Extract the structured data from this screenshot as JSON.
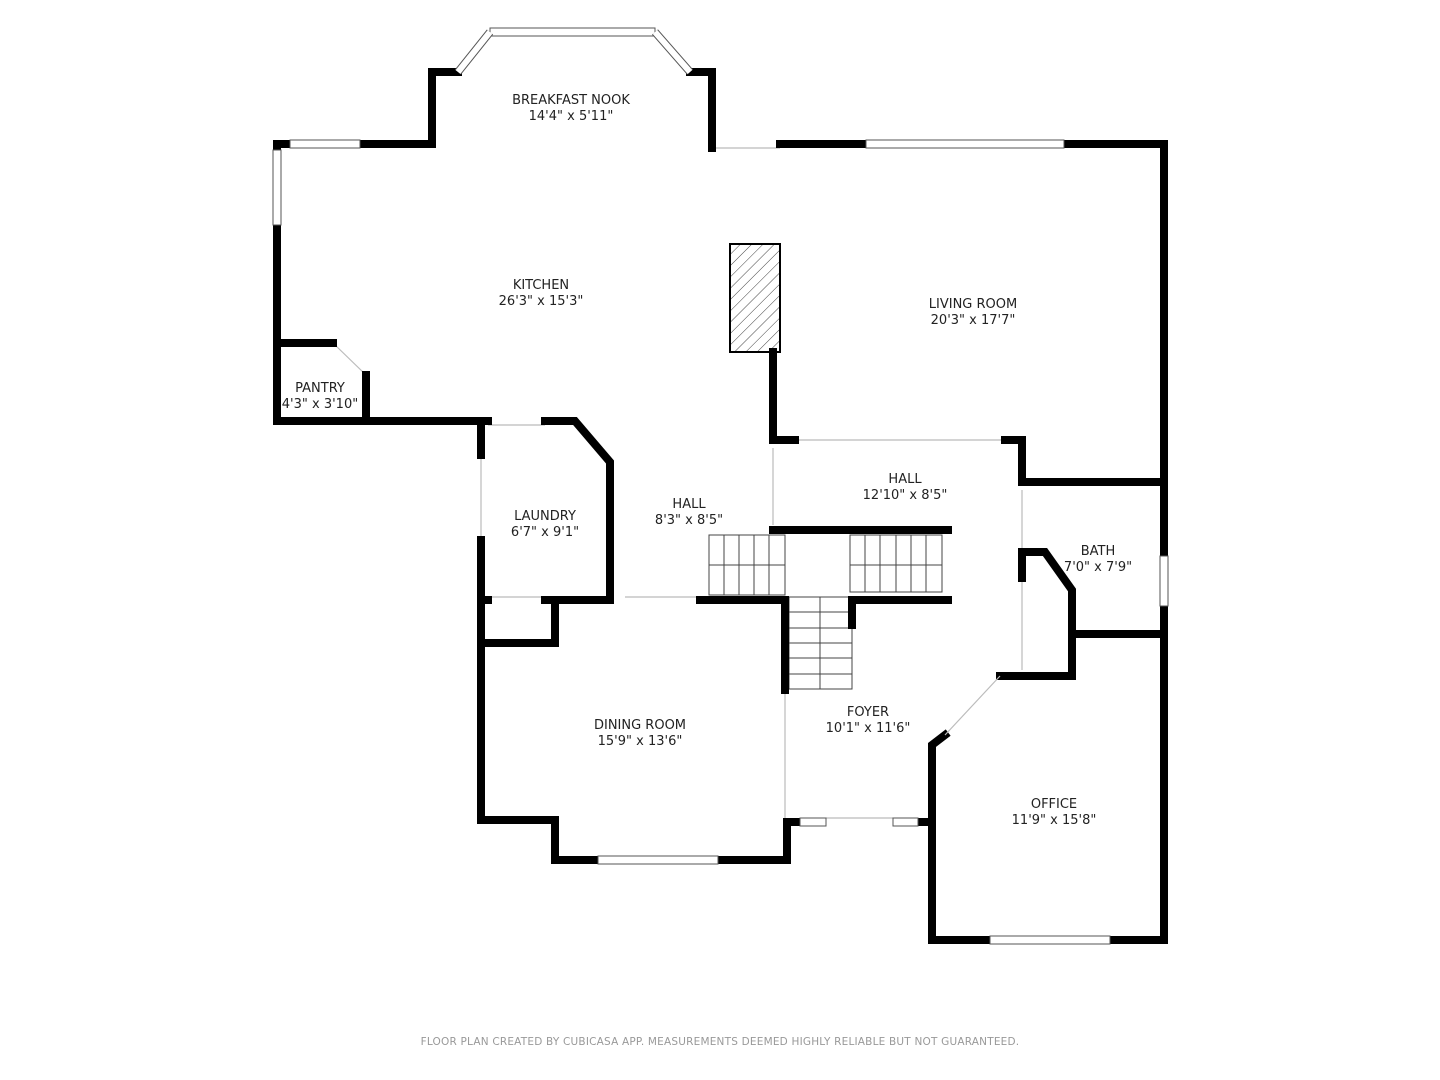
{
  "rooms": [
    {
      "id": "breakfast-nook",
      "name": "BREAKFAST NOOK",
      "size": "14'4\" x 5'11\""
    },
    {
      "id": "kitchen",
      "name": "KITCHEN",
      "size": "26'3\" x 15'3\""
    },
    {
      "id": "living-room",
      "name": "LIVING ROOM",
      "size": "20'3\" x 17'7\""
    },
    {
      "id": "pantry",
      "name": "PANTRY",
      "size": "4'3\" x 3'10\""
    },
    {
      "id": "laundry",
      "name": "LAUNDRY",
      "size": "6'7\" x 9'1\""
    },
    {
      "id": "hall-left",
      "name": "HALL",
      "size": "8'3\" x 8'5\""
    },
    {
      "id": "hall-right",
      "name": "HALL",
      "size": "12'10\" x 8'5\""
    },
    {
      "id": "bath",
      "name": "BATH",
      "size": "7'0\" x 7'9\""
    },
    {
      "id": "dining-room",
      "name": "DINING ROOM",
      "size": "15'9\" x 13'6\""
    },
    {
      "id": "foyer",
      "name": "FOYER",
      "size": "10'1\" x 11'6\""
    },
    {
      "id": "office",
      "name": "OFFICE",
      "size": "11'9\" x 15'8\""
    }
  ],
  "footer": "FLOOR PLAN CREATED BY CUBICASA APP. MEASUREMENTS DEEMED HIGHLY RELIABLE BUT NOT GUARANTEED.",
  "colors": {
    "wall": "#000000",
    "text": "#222222",
    "footer": "#999999"
  }
}
